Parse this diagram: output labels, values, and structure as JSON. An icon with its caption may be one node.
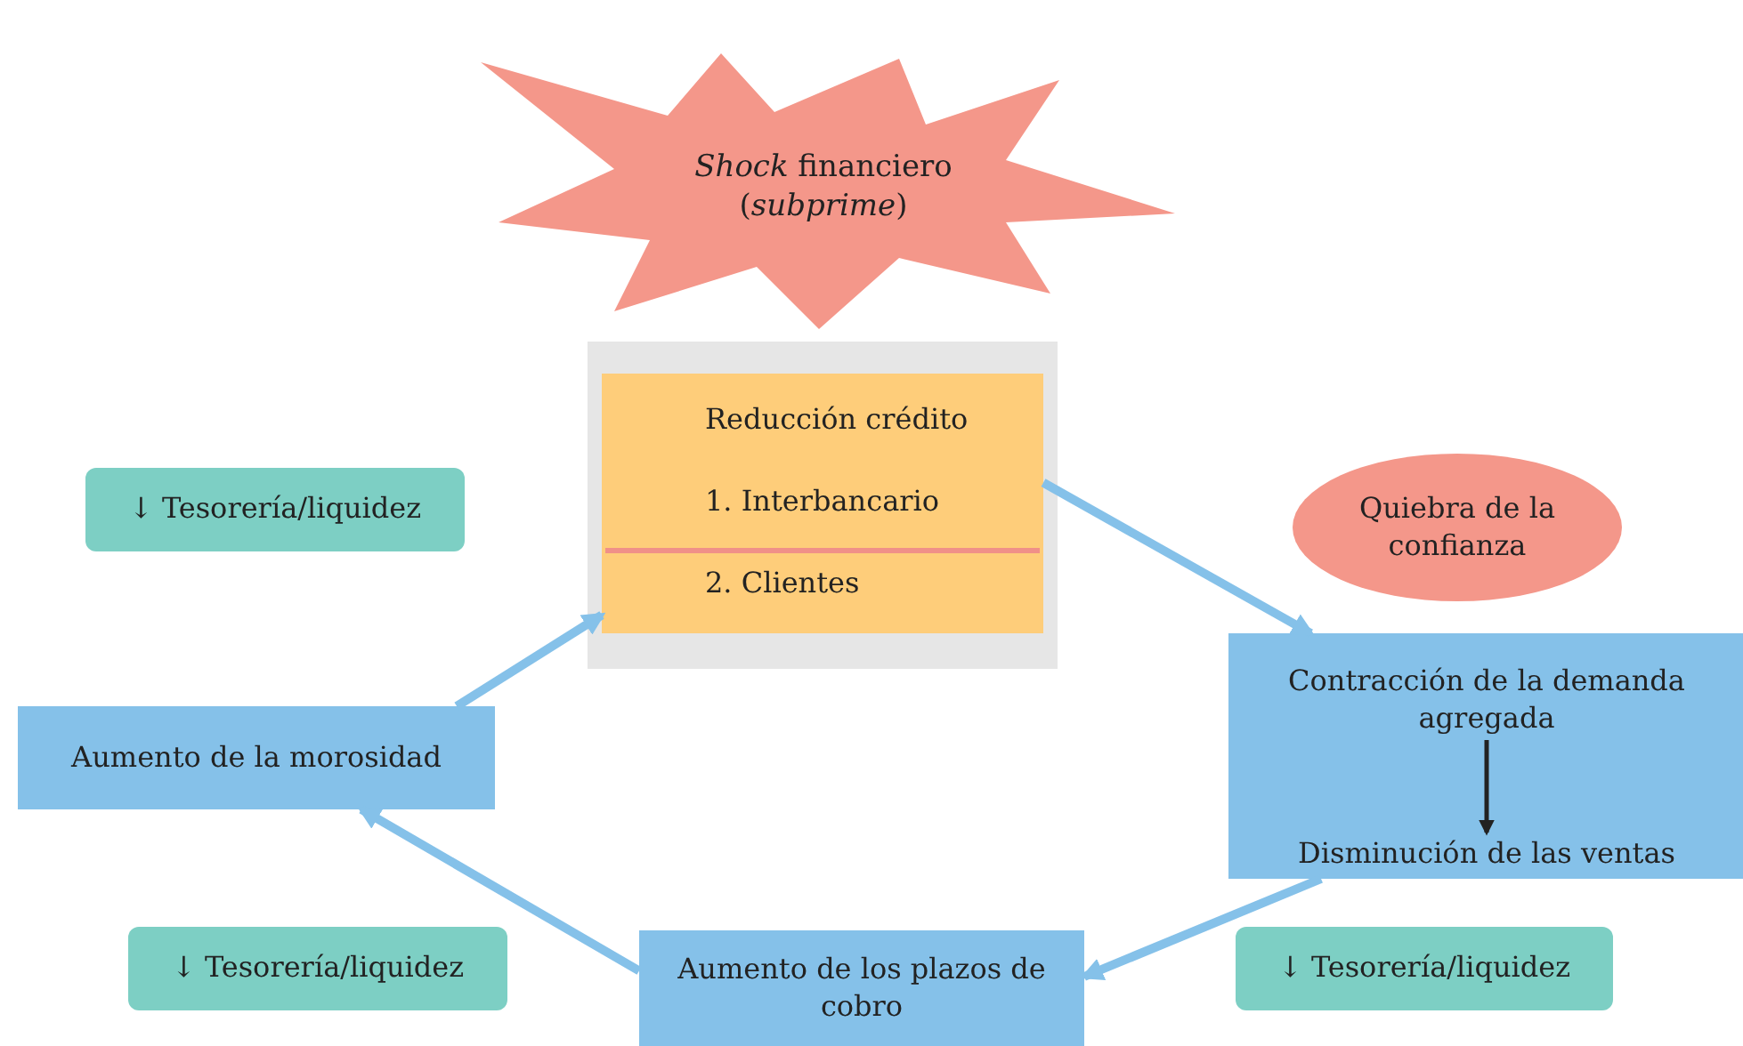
{
  "diagram": {
    "nodes": [
      {
        "text": [
          "*Shock* financiero (*subprime*)"
        ]
      },
      {
        "text": [
          "Reducción crédito",
          "1. Interbancario",
          "2. Clientes"
        ]
      },
      {
        "text": [
          "↓ Tesorería/liquidez"
        ]
      },
      {
        "text": [
          "Quiebra de la confianza"
        ]
      },
      {
        "text": [],
        "shape": "box"
      },
      {
        "text": [
          "Contracción de la demanda agregada"
        ],
        "in": 4
      },
      {
        "text": [
          "Disminución de las ventas"
        ],
        "in": 4
      },
      {
        "text": [
          "Aumento de la morosidad"
        ]
      },
      {
        "text": [
          "↓ Tesorería/liquidez"
        ]
      },
      {
        "text": [
          "Aumento de los plazos de cobro"
        ]
      },
      {
        "text": [
          "↓ Tesorería/liquidez"
        ]
      }
    ],
    "edges": [
      {
        "from": 1,
        "to": 4,
        "arrow": "to"
      },
      {
        "from": 5,
        "to": 6,
        "arrow": "to",
        "color": "#222222"
      },
      {
        "from": 4,
        "to": 9,
        "arrow": "to"
      },
      {
        "from": 9,
        "to": 7,
        "arrow": "to"
      },
      {
        "from": 7,
        "to": 1,
        "arrow": "to"
      }
    ]
  }
}
